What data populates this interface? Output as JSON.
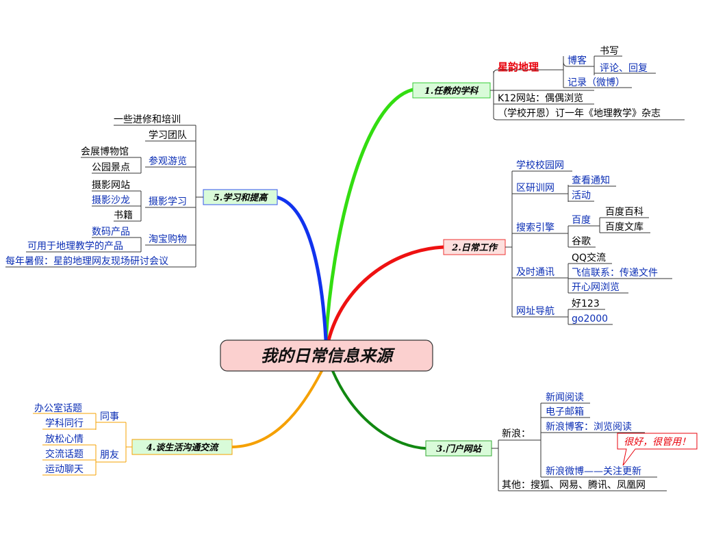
{
  "center": "我的日常信息来源",
  "categories": {
    "c1": "1.任教的学科",
    "c2": "2.日常工作",
    "c3": "3.门户网站",
    "c4": "4.谈生活沟通交流",
    "c5": "5.学习和提高"
  },
  "branch1": {
    "xingyun": "星韵地理",
    "boke": "博客",
    "shuxie": "书写",
    "pinglun": "评论、回复",
    "jilu": "记录（微博）",
    "k12": "K12网站：偶偶浏览",
    "zazhi": "（学校开恩）订一年《地理教学》杂志"
  },
  "branch2": {
    "xiaoyuan": "学校校园网",
    "quyanxun": "区研训网",
    "chakan": "查看通知",
    "huodong": "活动",
    "sousuo": "搜索引擎",
    "baidu": "百度",
    "baike": "百度百科",
    "wenku": "百度文库",
    "guge": "谷歌",
    "jishi": "及时通讯",
    "qq": "QQ交流",
    "feixin": "飞信联系：传递文件",
    "kaixin": "开心网浏览",
    "wangzhi": "网址导航",
    "hao123": "好123",
    "go2000": "go2000"
  },
  "branch3": {
    "xinlang": "新浪：",
    "xinwen": "新闻阅读",
    "youxiang": "电子邮箱",
    "boke": "新浪博客：浏览阅读",
    "weibo": "新浪微博——关注更新",
    "note": "很好，很管用！",
    "qita": "其他：搜狐、网易、腾讯、凤凰网"
  },
  "branch4": {
    "tongshi": "同事",
    "bangong": "办公室话题",
    "xueke": "学科同行",
    "pengyou": "朋友",
    "fangsong": "放松心情",
    "jiaoliu": "交流话题",
    "yundong": "运动聊天"
  },
  "branch5": {
    "jinxiu": "一些进修和培训",
    "tuandui": "学习团队",
    "canguan": "参观游览",
    "huizhan": "会展博物馆",
    "gongyuan": "公园景点",
    "sheying": "摄影学习",
    "sheyingwz": "摄影网站",
    "shalong": "摄影沙龙",
    "shuji": "书籍",
    "taobao": "淘宝购物",
    "shuma": "数码产品",
    "dilichanpin": "可用于地理教学的产品",
    "yantao": "每年暑假：星韵地理网友现场研讨会议"
  },
  "colors": {
    "c1": "#33dd11",
    "c2": "#ee1111",
    "c3": "#118811",
    "c4": "#f5a000",
    "c5": "#1133ee",
    "center_fill": "#fbd0cf"
  }
}
